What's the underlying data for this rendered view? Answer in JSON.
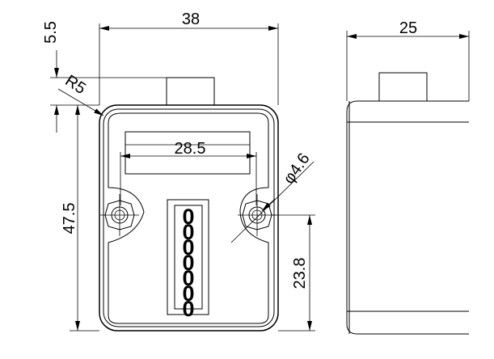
{
  "front_view": {
    "width_dim": "38",
    "top_offset_dim": "5.5",
    "radius_dim": "R5",
    "window_width_dim": "28.5",
    "hole_dim": "φ4.6",
    "height_dim": "47.5",
    "hole_height_dim": "23.8",
    "counter_digits": [
      "0",
      "0",
      "0",
      "0",
      "0",
      "0",
      "0"
    ]
  },
  "side_view": {
    "depth_dim": "25"
  }
}
